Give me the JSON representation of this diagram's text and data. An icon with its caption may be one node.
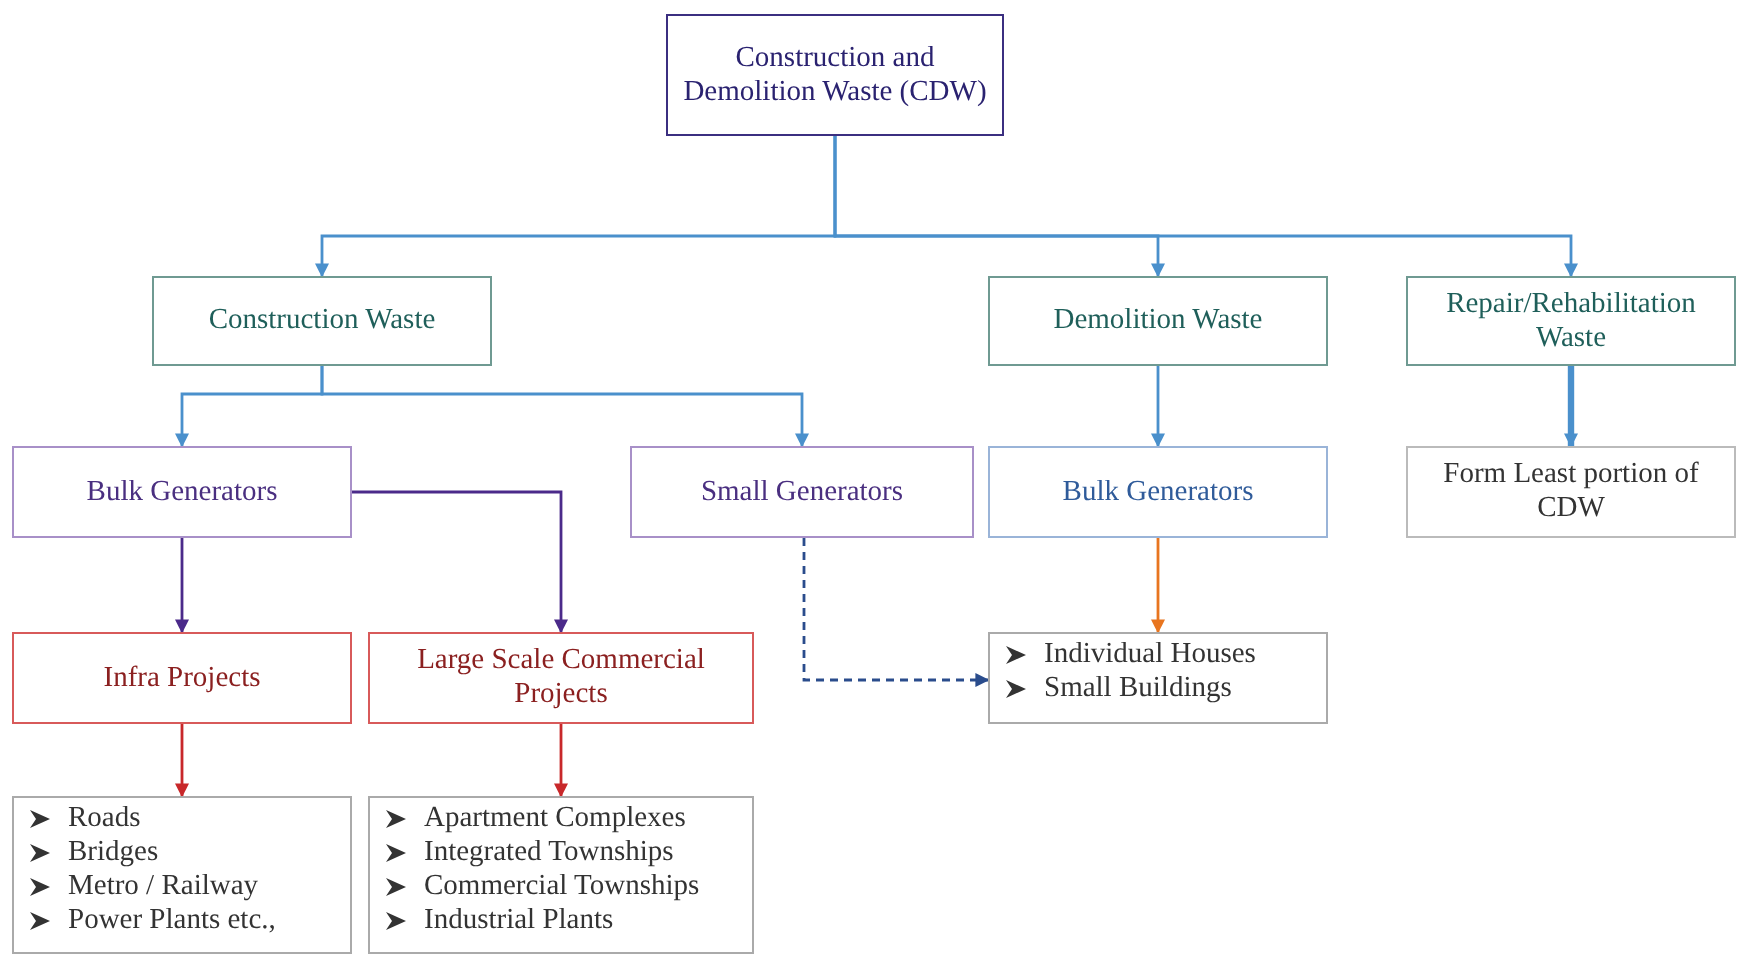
{
  "diagram": {
    "nodes": [
      {
        "text": [
          "Construction and Demolition Waste (CDW)"
        ]
      },
      {
        "text": [
          "Construction Waste"
        ]
      },
      {
        "text": [
          "Demolition Waste"
        ]
      },
      {
        "text": [
          "Repair/Rehabilitation Waste"
        ]
      },
      {
        "text": [
          "Bulk Generators"
        ]
      },
      {
        "text": [
          "Small Generators"
        ]
      },
      {
        "text": [
          "Bulk Generators"
        ]
      },
      {
        "text": [
          "Form Least portion of CDW"
        ]
      },
      {
        "text": [
          "Infra Projects"
        ]
      },
      {
        "text": [
          "Large Scale Commercial Projects"
        ]
      },
      {
        "text": [
          "Roads",
          "Bridges",
          "Metro / Railway",
          "Power Plants etc.,"
        ]
      },
      {
        "text": [
          "Apartment Complexes",
          "Integrated Townships",
          "Commercial Townships",
          "Industrial Plants"
        ]
      },
      {
        "text": [
          "Individual Houses",
          "Small Buildings"
        ]
      }
    ],
    "edges": [
      {
        "from": 0,
        "to": 1,
        "arrow": "to"
      },
      {
        "from": 0,
        "to": 2,
        "arrow": "to"
      },
      {
        "from": 0,
        "to": 3,
        "arrow": "to"
      },
      {
        "from": 1,
        "to": 4,
        "arrow": "to"
      },
      {
        "from": 1,
        "to": 5,
        "arrow": "to"
      },
      {
        "from": 2,
        "to": 6,
        "arrow": "to"
      },
      {
        "from": 3,
        "to": 7,
        "arrow": "to",
        "style": "thick"
      },
      {
        "from": 4,
        "to": 8,
        "arrow": "to",
        "color": "#4b2a8a"
      },
      {
        "from": 4,
        "to": 9,
        "arrow": "to",
        "color": "#4b2a8a"
      },
      {
        "from": 8,
        "to": 10,
        "arrow": "to",
        "color": "#c8282a"
      },
      {
        "from": 9,
        "to": 11,
        "arrow": "to",
        "color": "#c8282a"
      },
      {
        "from": 6,
        "to": 12,
        "arrow": "to",
        "color": "#e8751f"
      },
      {
        "from": 5,
        "to": 12,
        "arrow": "to",
        "style": "dashed",
        "color": "#2a4c8c"
      }
    ]
  }
}
